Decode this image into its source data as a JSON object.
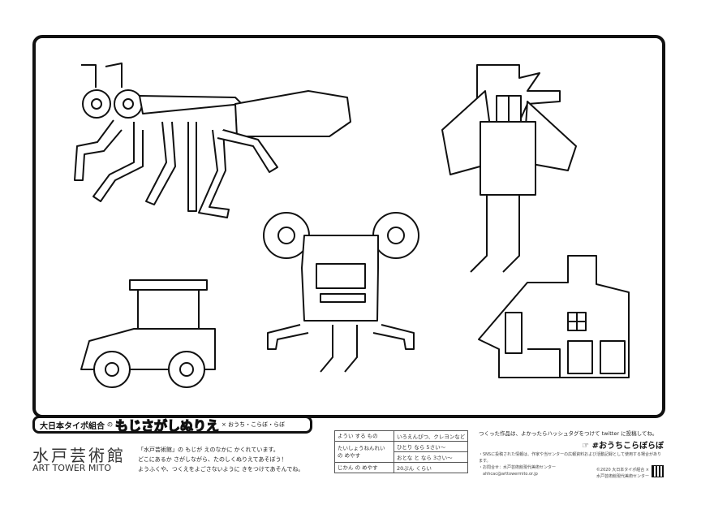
{
  "banner": {
    "org": "大日本タイポ組合",
    "no": "の",
    "title": "もじさがしぬりえ",
    "collab": "× おうち・こらぼ・らぼ"
  },
  "logo": {
    "jp": "水戸芸術館",
    "en": "ART TOWER MITO"
  },
  "intro": [
    "「水戸芸術館」の もじが えのなかに かくれています。",
    "どこにあるか さがしながら、たのしくぬりえてあそぼう！",
    "ようふくや、つくえをよごさないように きをつけてあそんでね。"
  ],
  "info": {
    "r1": [
      "ようい する もの",
      "いろえんぴつ、クレヨンなど"
    ],
    "r2": [
      "たいしょうねんれい の めやす",
      "ひとり なら 5さい〜",
      "おとな と なら 3さい〜"
    ],
    "r3": [
      "じかん の めやす",
      "20ぷん くらい"
    ]
  },
  "share": {
    "text": "つくった作品は、よかったらハッシュタグをつけて twitter に投稿してね。",
    "hashtag": "☞ #おうちこらぼらぼ"
  },
  "notes": [
    "・SNSに投稿された情報は、作家や当センターの広報資料および活動記録として使用する場合があります。",
    "・お問合せ：水戸芸術館現代美術センター",
    "　ahhcac@arttowermito.or.jp"
  ],
  "credit": [
    "©2020 大日本タイポ組合 ×",
    "水戸芸術館現代美術センター"
  ]
}
